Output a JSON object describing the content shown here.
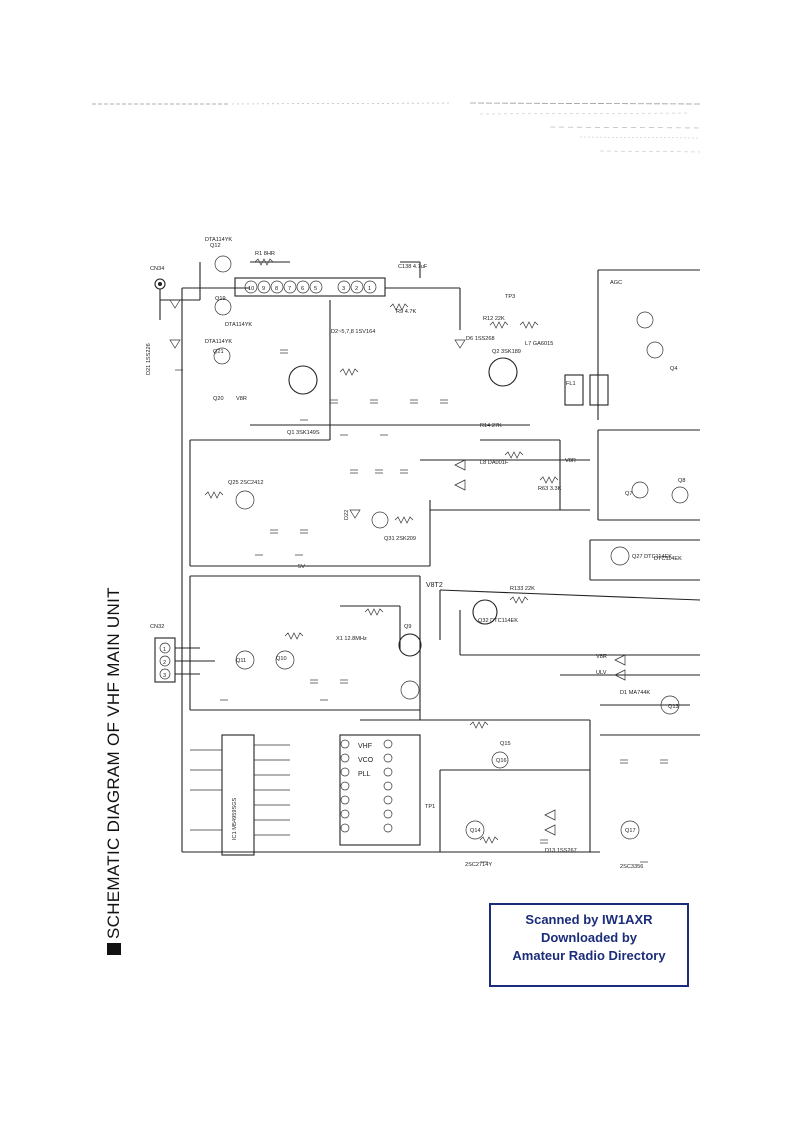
{
  "title": "SCHEMATIC DIAGRAM OF VHF MAIN UNIT",
  "scan_credit": {
    "line1": "Scanned by IW1AXR",
    "line2": "Downloaded by",
    "line3": "Amateur Radio Directory"
  },
  "connectors": {
    "cn34": "CN34",
    "cn32": "CN32",
    "cn32_pins": [
      "1",
      "2",
      "3"
    ]
  },
  "connector_strip_pins": [
    "10",
    "9",
    "8",
    "7",
    "6",
    "5",
    "3",
    "2",
    "1"
  ],
  "pll_pin_labels": [
    "VHF",
    "VCO",
    "PLL"
  ],
  "ic_label": "IC1 M54959SGS",
  "components": [
    {
      "id": "q12",
      "text": "Q12"
    },
    {
      "id": "dta1",
      "text": "DTA114YK"
    },
    {
      "id": "r1",
      "text": "R1 8HR"
    },
    {
      "id": "c138",
      "text": "C138 4.7uF"
    },
    {
      "id": "q19",
      "text": "Q19"
    },
    {
      "id": "dta2",
      "text": "DTA114YK"
    },
    {
      "id": "q21",
      "text": "Q21"
    },
    {
      "id": "dta3",
      "text": "DTA114YK"
    },
    {
      "id": "d21",
      "text": "D21 1SS226"
    },
    {
      "id": "q20",
      "text": "Q20"
    },
    {
      "id": "v8r1",
      "text": "V8R"
    },
    {
      "id": "q1",
      "text": "Q1 3SK149S"
    },
    {
      "id": "d2",
      "text": "D2~5,7,8 1SV164"
    },
    {
      "id": "r9",
      "text": "R9 4.7K"
    },
    {
      "id": "d6",
      "text": "D6 1SS268"
    },
    {
      "id": "tp3",
      "text": "TP3"
    },
    {
      "id": "r12",
      "text": "R12 22K"
    },
    {
      "id": "q2",
      "text": "Q2 3SK189"
    },
    {
      "id": "l7",
      "text": "L7 GA6015"
    },
    {
      "id": "fl1",
      "text": "FL1"
    },
    {
      "id": "agc",
      "text": "AGC"
    },
    {
      "id": "q4",
      "text": "Q4"
    },
    {
      "id": "r14",
      "text": "R14 27K"
    },
    {
      "id": "r63",
      "text": "R63 3.3K"
    },
    {
      "id": "l8",
      "text": "L8 DA001F"
    },
    {
      "id": "q25",
      "text": "Q25 2SC2412"
    },
    {
      "id": "q31",
      "text": "Q31 2SK209"
    },
    {
      "id": "d22",
      "text": "D22"
    },
    {
      "id": "q7",
      "text": "Q7"
    },
    {
      "id": "q8",
      "text": "Q8"
    },
    {
      "id": "q27",
      "text": "Q27 DTC114EK"
    },
    {
      "id": "v8t2",
      "text": "V8T2"
    },
    {
      "id": "q32",
      "text": "Q32 DTC114EK"
    },
    {
      "id": "r133",
      "text": "R133 22K"
    },
    {
      "id": "q10",
      "text": "Q10"
    },
    {
      "id": "q11",
      "text": "Q11"
    },
    {
      "id": "q9",
      "text": "Q9"
    },
    {
      "id": "x1",
      "text": "X1 12.8MHz"
    },
    {
      "id": "q16",
      "text": "Q16"
    },
    {
      "id": "d1",
      "text": "D1 MA744K"
    },
    {
      "id": "q13",
      "text": "Q13"
    },
    {
      "id": "q14",
      "text": "Q14"
    },
    {
      "id": "q15",
      "text": "Q15"
    },
    {
      "id": "q17",
      "text": "Q17"
    },
    {
      "id": "d13",
      "text": "D13 1SS267"
    },
    {
      "id": "c22",
      "text": "2SC2714Y"
    },
    {
      "id": "c23",
      "text": "2SC3356"
    },
    {
      "id": "tp1",
      "text": "TP1"
    },
    {
      "id": "v8r2",
      "text": "V8R"
    },
    {
      "id": "ulv",
      "text": "ULV"
    },
    {
      "id": "v8r3",
      "text": "V8R"
    },
    {
      "id": "sv",
      "text": "5V"
    },
    {
      "id": "dtc",
      "text": "DTC114EK"
    }
  ]
}
